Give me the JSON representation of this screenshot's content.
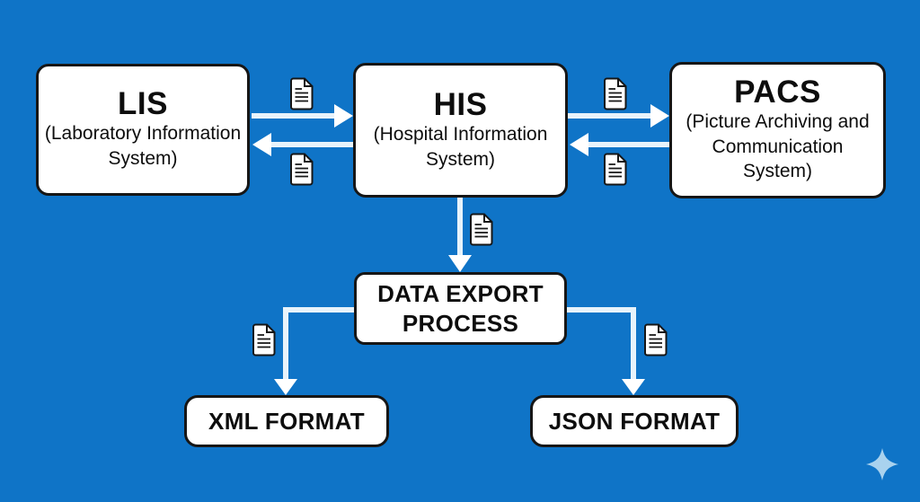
{
  "diagram": {
    "type": "flowchart",
    "nodes": {
      "lis": {
        "abbr": "LIS",
        "full": "(Laboratory Information System)"
      },
      "his": {
        "abbr": "HIS",
        "full": "(Hospital Information System)"
      },
      "pacs": {
        "abbr": "PACS",
        "full": "(Picture Archiving and Communication System)"
      },
      "export": {
        "label": "DATA EXPORT PROCESS"
      },
      "xml": {
        "label": "XML FORMAT"
      },
      "json": {
        "label": "JSON FORMAT"
      }
    },
    "edges": [
      {
        "from": "LIS",
        "to": "HIS",
        "direction": "bidirectional",
        "icon": "document-icon"
      },
      {
        "from": "HIS",
        "to": "PACS",
        "direction": "bidirectional",
        "icon": "document-icon"
      },
      {
        "from": "HIS",
        "to": "DATA EXPORT PROCESS",
        "direction": "down",
        "icon": "document-icon"
      },
      {
        "from": "DATA EXPORT PROCESS",
        "to": "XML FORMAT",
        "direction": "down-left",
        "icon": "document-icon"
      },
      {
        "from": "DATA EXPORT PROCESS",
        "to": "JSON FORMAT",
        "direction": "down-right",
        "icon": "document-icon"
      }
    ],
    "icons": {
      "document": "document-icon",
      "sparkle": "sparkle-icon"
    },
    "colors": {
      "background": "#0F74C7",
      "box_fill": "#FFFFFF",
      "box_border": "#161616",
      "text": "#0D0D0D",
      "arrow_line": "#E8F3FB",
      "arrow_head": "#FFFFFF",
      "sparkle": "#A9D2EE"
    }
  }
}
